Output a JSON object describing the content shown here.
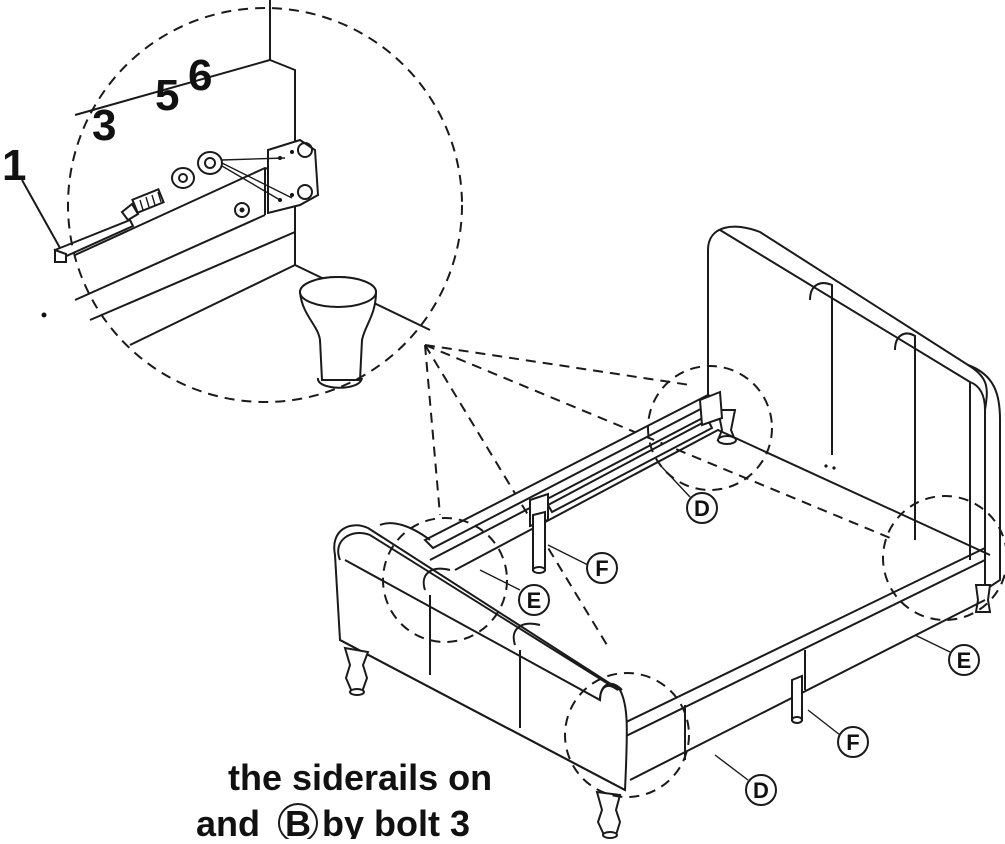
{
  "detail_part_numbers": [
    "1",
    "3",
    "5",
    "6"
  ],
  "part_labels": {
    "d_near": "D",
    "d_far": "D",
    "e_left": "E",
    "e_right": "E",
    "f_center": "F",
    "f_front": "F"
  },
  "instruction": {
    "line1": "the siderails on",
    "line2_part1": "and",
    "line2_part2": "B",
    "line2_part3": "by bolt 3"
  }
}
